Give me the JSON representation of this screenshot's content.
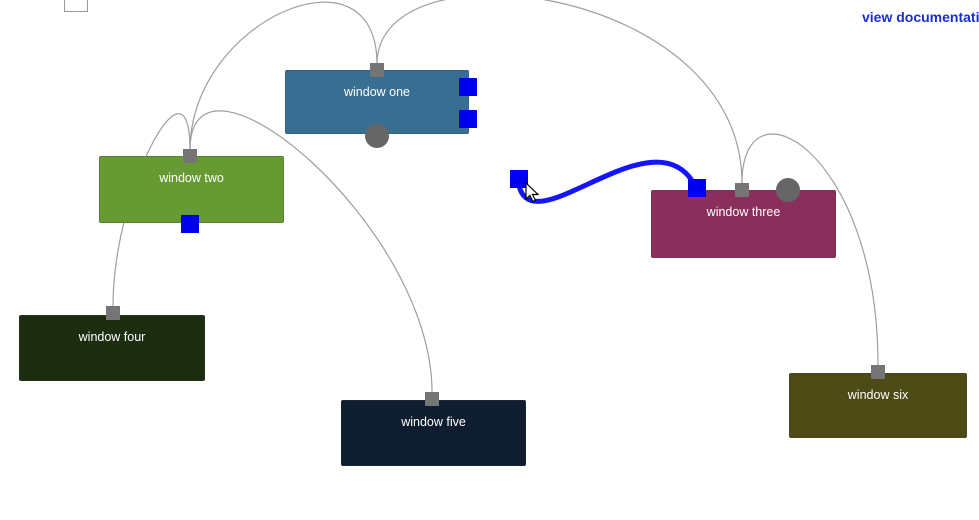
{
  "links": {
    "documentation": "view documentation",
    "documentation_color": "#1a2fd0"
  },
  "windows": {
    "one": {
      "label": "window one",
      "color": "#376e91"
    },
    "two": {
      "label": "window two",
      "color": "#679a33"
    },
    "three": {
      "label": "window three",
      "color": "#8a2f5c"
    },
    "four": {
      "label": "window four",
      "color": "#1c2d10"
    },
    "five": {
      "label": "window five",
      "color": "#0e1d30"
    },
    "six": {
      "label": "window six",
      "color": "#4c4a15"
    }
  },
  "endpoints": {
    "blue_square_color": "#0000ee",
    "gray_square_color": "#757575",
    "gray_circle_color": "#666666"
  },
  "connections": {
    "wire_color": "#9e9e9e",
    "drag_wire_color": "#1414ff",
    "pairs": [
      [
        "window two",
        "window one"
      ],
      [
        "window one",
        "window three"
      ],
      [
        "window two",
        "window four"
      ],
      [
        "window two",
        "window five"
      ],
      [
        "window three",
        "window six"
      ],
      [
        "floating endpoint",
        "window three"
      ]
    ]
  }
}
